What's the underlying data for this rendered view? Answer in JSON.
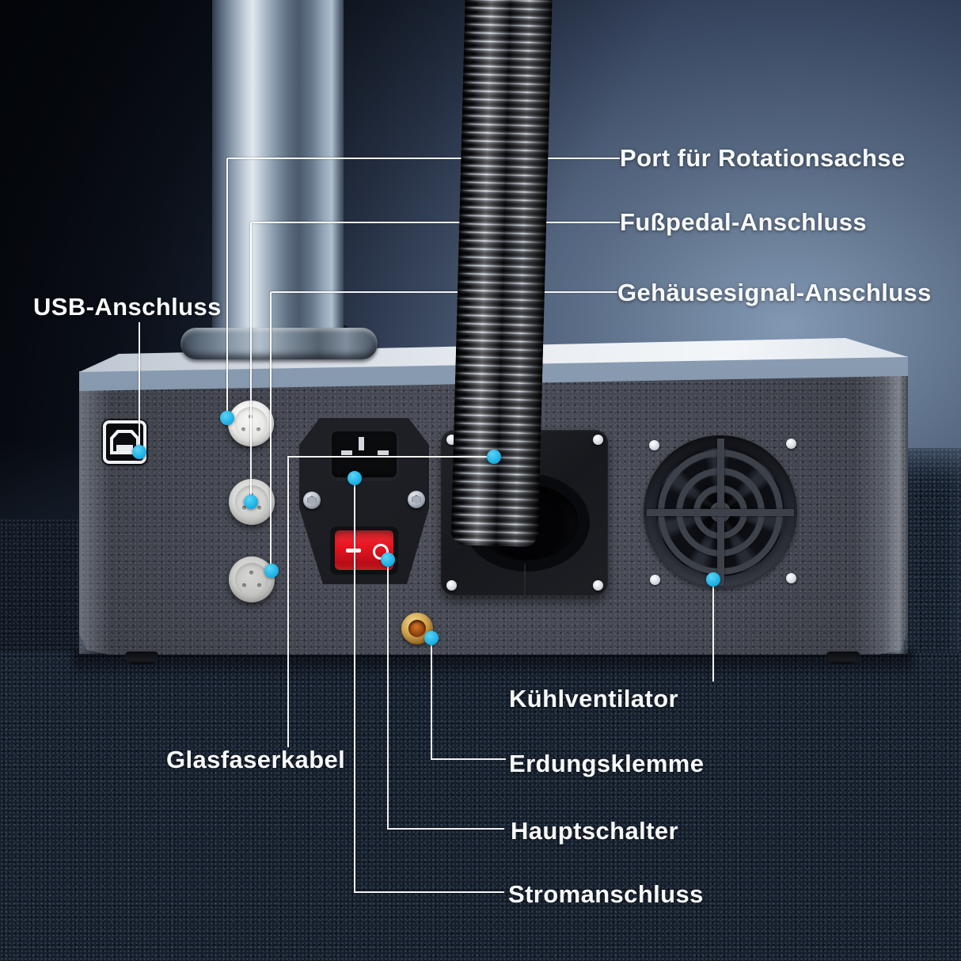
{
  "labels": {
    "usb": "USB-Anschluss",
    "rotary": "Port für Rotationsachse",
    "footpedal": "Fußpedal-Anschluss",
    "housing_signal": "Gehäusesignal-Anschluss",
    "fiber": "Glasfaserkabel",
    "fan": "Kühlventilator",
    "ground": "Erdungsklemme",
    "main_switch": "Hauptschalter",
    "power": "Stromanschluss"
  },
  "colors": {
    "callout_accent": "#1eb2e6",
    "callout_line": "#ffffff",
    "label_text": "#f7f9fb",
    "switch_red": "#e51420",
    "ground_brass": "#cda24c",
    "machine_gray": "#3f424b",
    "bevel_silver": "#8396ac",
    "background_navy": "#36445e"
  },
  "icons": {
    "usb_port": "usb-type-b-port",
    "power_inlet": "iec-c14-socket",
    "rocker_switch_on": "minus-bar",
    "rocker_switch_off": "circle-outline",
    "fan": "cooling-fan-grille",
    "round_connector": "aviation-plug-socket",
    "ground_stud": "grounding-screw",
    "hose": "corrugated-fiber-conduit"
  }
}
